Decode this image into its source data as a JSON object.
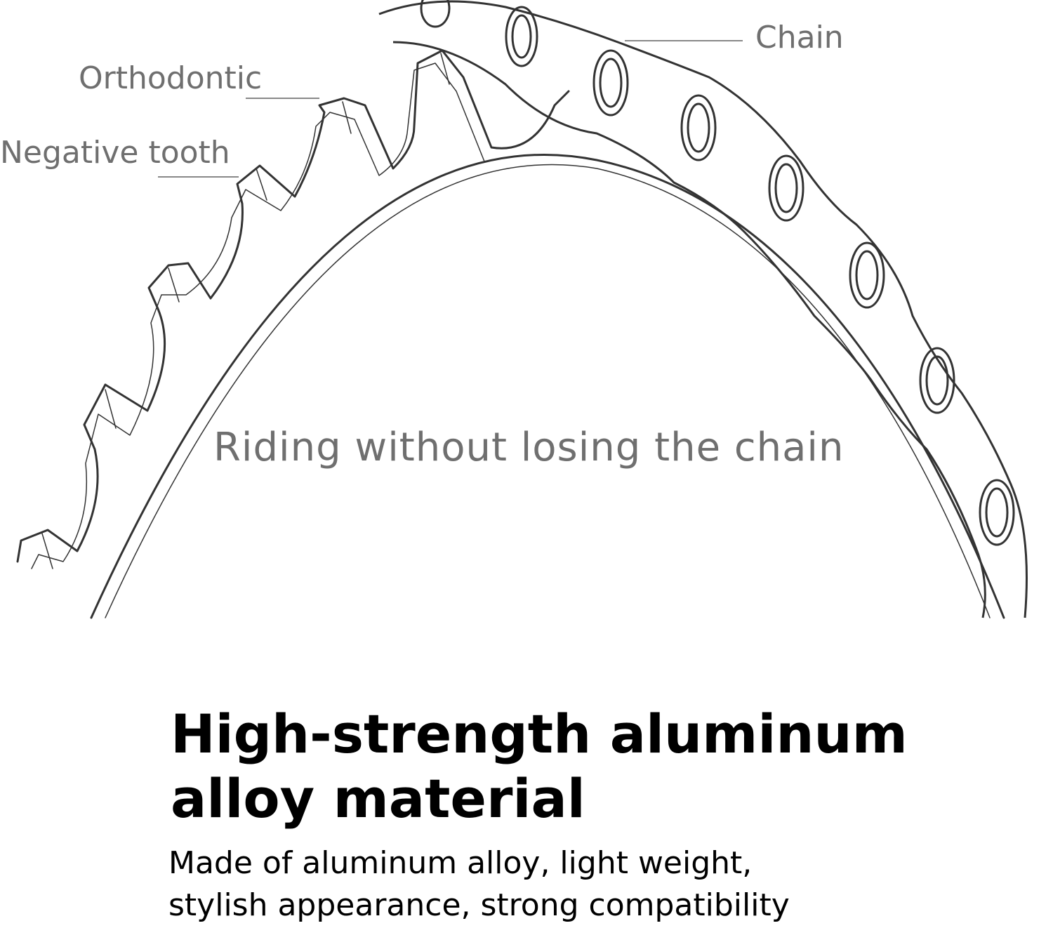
{
  "diagram": {
    "labels": {
      "chain": "Chain",
      "orthodontic": "Orthodontic",
      "negative_tooth": "Negative tooth",
      "riding": "Riding without losing the chain"
    },
    "colors": {
      "line": "#333333",
      "label": "#6f6f6f"
    }
  },
  "feature": {
    "headline_line1": "High-strength aluminum",
    "headline_line2": "alloy material",
    "description_line1": "Made of aluminum alloy, light weight,",
    "description_line2": "stylish appearance, strong compatibility"
  }
}
